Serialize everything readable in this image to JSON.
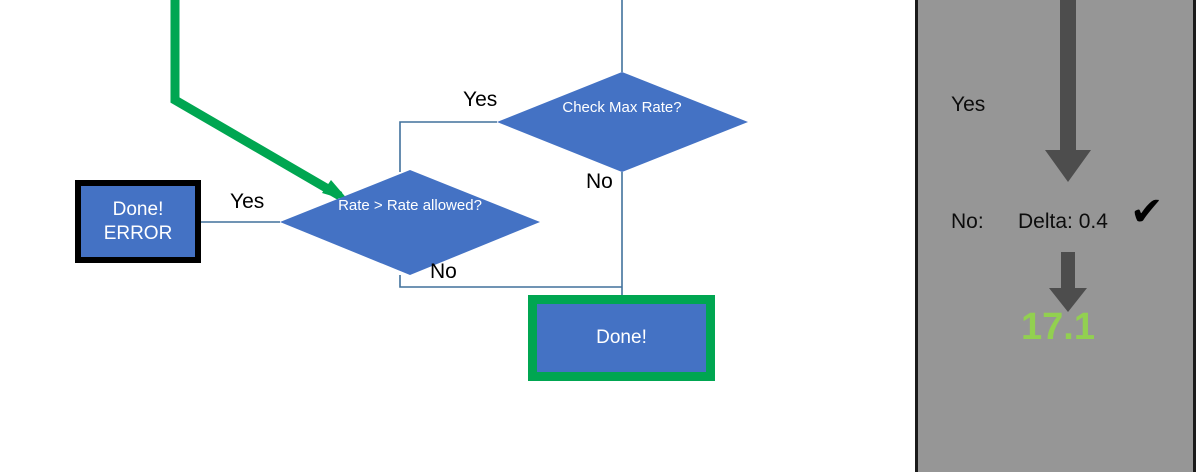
{
  "slide": {
    "background": "#FFFFFF",
    "node_fill": "#4472C4",
    "green_accent": "#00A651",
    "panel_bg": "#969696",
    "value_color": "#92D050"
  },
  "flowchart": {
    "decisions": [
      {
        "id": "check-max-rate",
        "line1": "Check Max",
        "line2": "Rate?"
      },
      {
        "id": "rate-gt-rate-allowed",
        "line1": "Rate > Rate",
        "line2": "allowed?"
      }
    ],
    "terminators": [
      {
        "id": "done-error",
        "line1": "Done!",
        "line2": "ERROR"
      },
      {
        "id": "done",
        "line1": "Done!",
        "line2": ""
      }
    ],
    "edge_labels": {
      "yes_top": "Yes",
      "no_right": "No",
      "yes_left": "Yes",
      "no_bottom": "No"
    }
  },
  "panel": {
    "yes_label": "Yes",
    "no_label": "No:",
    "delta_label": "Delta: 0.4",
    "check_mark": "✔",
    "result_value": "17.1"
  }
}
